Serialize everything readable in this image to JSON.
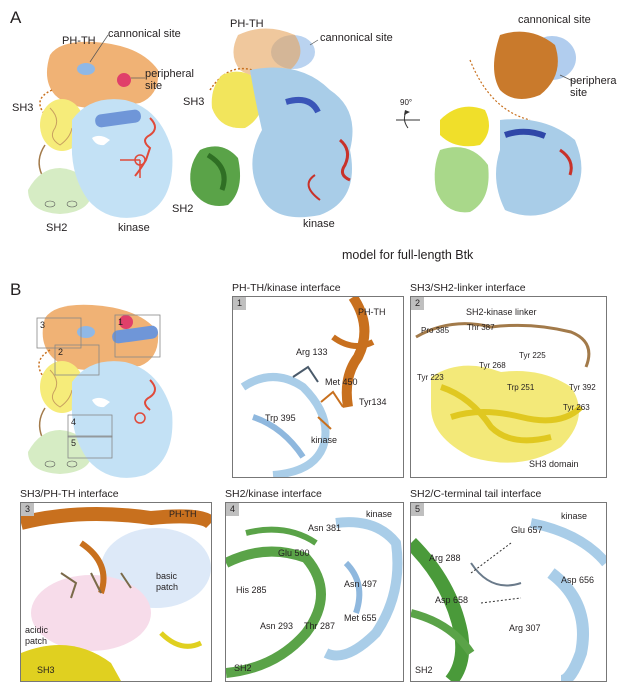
{
  "panel_a": {
    "letter": "A",
    "cartoon": {
      "ph_th": "PH-TH",
      "canonical_site": "cannonical site",
      "peripheral_site": "peripheral site",
      "sh3": "SH3",
      "sh2": "SH2",
      "kinase": "kinase"
    },
    "model_front": {
      "ph_th": "PH-TH",
      "canonical_site": "cannonical site",
      "sh3": "SH3",
      "sh2": "SH2",
      "kinase": "kinase"
    },
    "rotation": "90°",
    "model_side": {
      "canonical_site": "cannonical site",
      "peripheral_site": "peripheral site"
    },
    "caption": "model for full-length Btk"
  },
  "panel_b": {
    "letter": "B",
    "cartoon_boxes": [
      "1",
      "2",
      "3",
      "4",
      "5"
    ],
    "insets": [
      {
        "number": "1",
        "title": "PH-TH/kinase interface",
        "labels": [
          "PH-TH",
          "Arg 133",
          "Met 450",
          "Tyr134",
          "Trp 395",
          "kinase"
        ]
      },
      {
        "number": "2",
        "title": "SH3/SH2-linker interface",
        "labels": [
          "SH2-kinase linker",
          "Pro 385",
          "Thr 387",
          "Tyr 225",
          "Tyr 268",
          "Tyr 223",
          "Trp 251",
          "Tyr 392",
          "Tyr 263",
          "SH3 domain"
        ]
      },
      {
        "number": "3",
        "title": "SH3/PH-TH interface",
        "labels": [
          "PH-TH",
          "basic patch",
          "acidic patch",
          "SH3"
        ]
      },
      {
        "number": "4",
        "title": "SH2/kinase interface",
        "labels": [
          "Asn 381",
          "kinase",
          "Glu 500",
          "His 285",
          "Asn 497",
          "Asn 293",
          "Thr 287",
          "Met 655",
          "SH2"
        ]
      },
      {
        "number": "5",
        "title": "SH2/C-terminal tail interface",
        "labels": [
          "kinase",
          "Glu 657",
          "Arg 288",
          "Asp 656",
          "Asp 658",
          "Arg 307",
          "SH2"
        ]
      }
    ]
  },
  "colors": {
    "ph_th": "#e8a460",
    "sh3": "#f3ea6c",
    "sh2": "#cfe6b8",
    "kinase": "#bcdcf2",
    "canonical": "#8fb8e6",
    "peripheral": "#e0406a",
    "helix_blue": "#6f96d8",
    "red": "#c8322a",
    "dark_green": "#3f8a32",
    "orange_ribbon": "#c8701e"
  }
}
